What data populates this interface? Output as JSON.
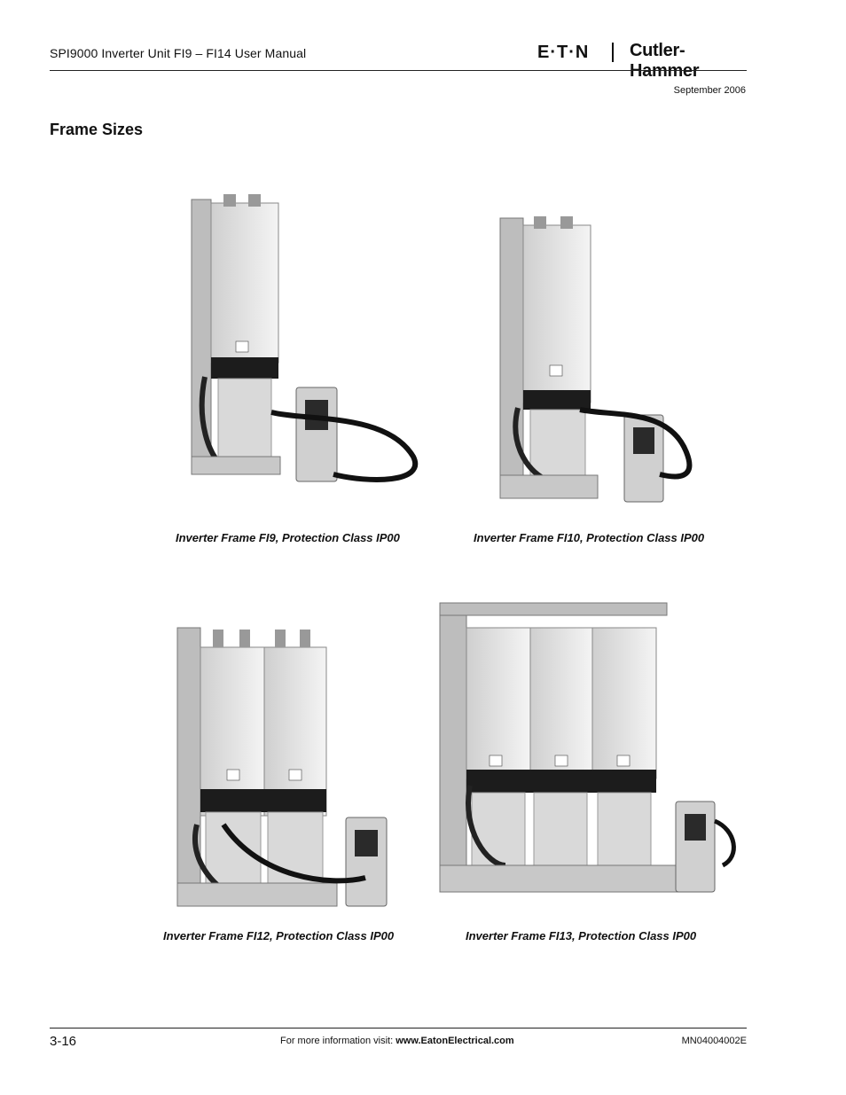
{
  "header": {
    "title": "SPI9000 Inverter Unit FI9 – FI14 User Manual",
    "logo_eaton": "E·T·N",
    "logo_brand": "Cutler-Hammer",
    "date": "September 2006"
  },
  "section_title": "Frame Sizes",
  "figures": [
    {
      "caption": "Inverter Frame FI9, Protection Class IP00"
    },
    {
      "caption": "Inverter Frame FI10, Protection Class IP00"
    },
    {
      "caption": "Inverter Frame FI12, Protection Class IP00"
    },
    {
      "caption": "Inverter Frame FI13, Protection Class IP00"
    }
  ],
  "footer": {
    "page_number": "3-16",
    "info_prefix": "For more information visit: ",
    "info_url": "www.EatonElectrical.com",
    "doc_number": "MN04004002E"
  }
}
